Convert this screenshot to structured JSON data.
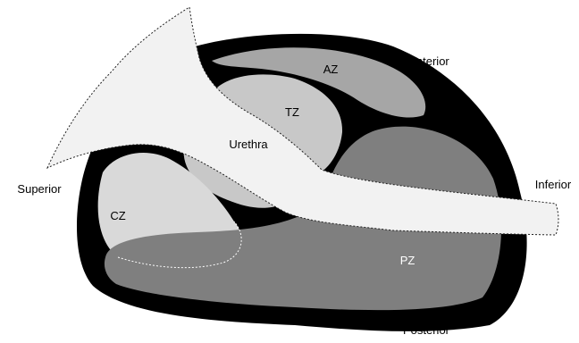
{
  "diagram": {
    "orientation_labels": {
      "anterior": "Anterior",
      "posterior": "Posterior",
      "superior": "Superior",
      "inferior": "Inferior"
    },
    "zones": {
      "az": "AZ",
      "tz": "TZ",
      "cz": "CZ",
      "pz": "PZ",
      "urethra": "Urethra"
    },
    "colors": {
      "capsule": "#000000",
      "az": "#a6a6a6",
      "tz": "#c8c8c8",
      "cz": "#d9d9d9",
      "pz": "#7f7f7f",
      "urethra": "#f2f2f2"
    }
  }
}
